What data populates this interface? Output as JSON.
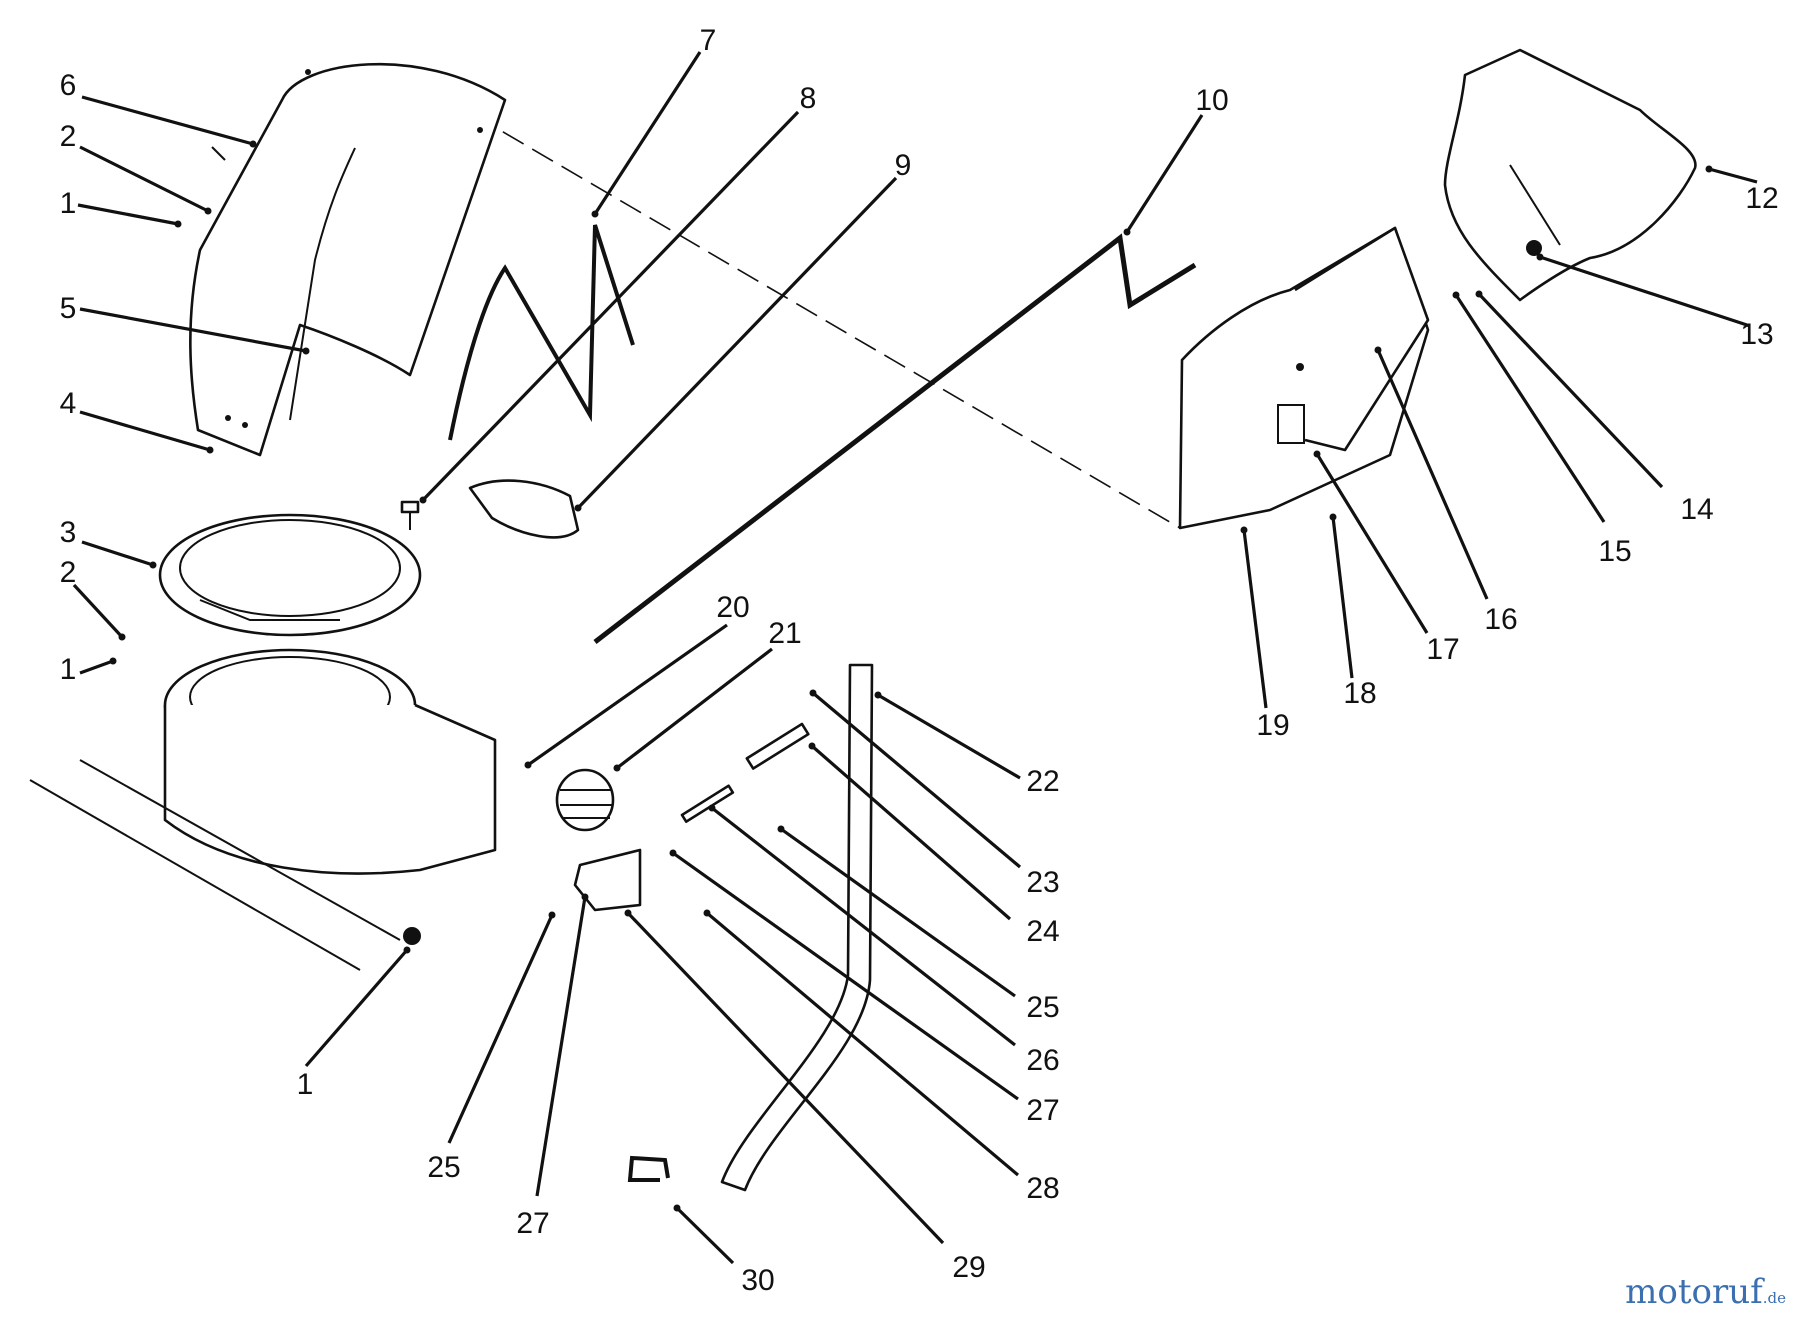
{
  "diagram": {
    "callouts": [
      {
        "id": "c1a",
        "label": "1"
      },
      {
        "id": "c2a",
        "label": "2"
      },
      {
        "id": "c3",
        "label": "3"
      },
      {
        "id": "c4",
        "label": "4"
      },
      {
        "id": "c5",
        "label": "5"
      },
      {
        "id": "c6",
        "label": "6"
      },
      {
        "id": "c7",
        "label": "7"
      },
      {
        "id": "c8",
        "label": "8"
      },
      {
        "id": "c9",
        "label": "9"
      },
      {
        "id": "c10",
        "label": "10"
      },
      {
        "id": "c12",
        "label": "12"
      },
      {
        "id": "c13",
        "label": "13"
      },
      {
        "id": "c14",
        "label": "14"
      },
      {
        "id": "c15",
        "label": "15"
      },
      {
        "id": "c16",
        "label": "16"
      },
      {
        "id": "c17",
        "label": "17"
      },
      {
        "id": "c18",
        "label": "18"
      },
      {
        "id": "c19",
        "label": "19"
      },
      {
        "id": "c2b",
        "label": "2"
      },
      {
        "id": "c1b",
        "label": "1"
      },
      {
        "id": "c1c",
        "label": "1"
      },
      {
        "id": "c20",
        "label": "20"
      },
      {
        "id": "c21",
        "label": "21"
      },
      {
        "id": "c22",
        "label": "22"
      },
      {
        "id": "c23",
        "label": "23"
      },
      {
        "id": "c24",
        "label": "24"
      },
      {
        "id": "c25a",
        "label": "25"
      },
      {
        "id": "c26",
        "label": "26"
      },
      {
        "id": "c27a",
        "label": "27"
      },
      {
        "id": "c28",
        "label": "28"
      },
      {
        "id": "c29",
        "label": "29"
      },
      {
        "id": "c30",
        "label": "30"
      },
      {
        "id": "c25b",
        "label": "25"
      },
      {
        "id": "c27b",
        "label": "27"
      }
    ]
  },
  "watermark": {
    "text": "motoruf",
    "suffix": ".de"
  },
  "colors": {
    "line": "#111111",
    "background": "#ffffff",
    "watermark": "#3b6fb0"
  }
}
